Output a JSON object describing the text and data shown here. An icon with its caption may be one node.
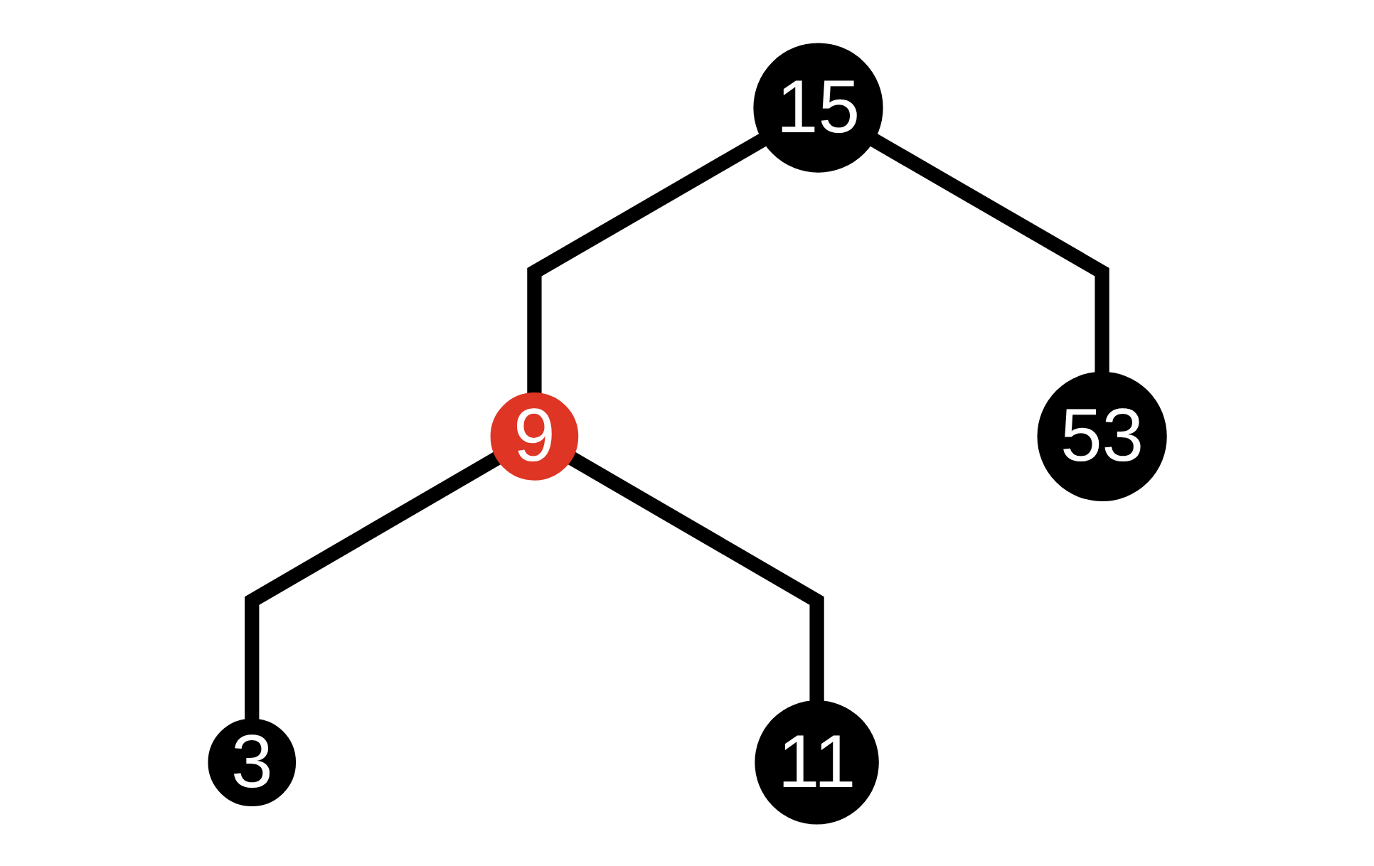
{
  "diagram": {
    "nodes": [
      {
        "text": [
          "15"
        ]
      },
      {
        "text": [
          "9"
        ]
      },
      {
        "text": [
          "53"
        ]
      },
      {
        "text": [
          "3"
        ]
      },
      {
        "text": [
          "11"
        ]
      }
    ],
    "edges": [
      {
        "from": 0,
        "to": 1,
        "arrow": "none"
      },
      {
        "from": 0,
        "to": 2,
        "arrow": "none"
      },
      {
        "from": 1,
        "to": 3,
        "arrow": "none"
      },
      {
        "from": 1,
        "to": 4,
        "arrow": "none"
      }
    ]
  }
}
